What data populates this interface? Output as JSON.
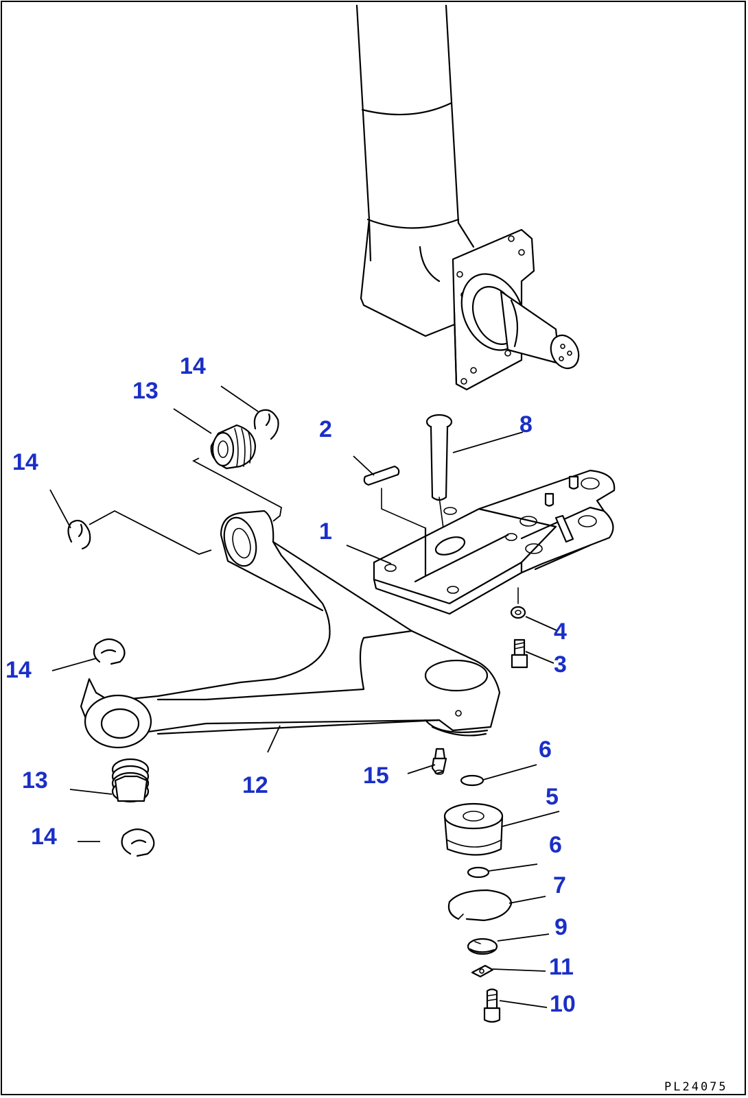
{
  "diagram": {
    "drawing_code": "PL24075",
    "callout_color": "#1a2fc7",
    "callouts": [
      {
        "key": "c14a",
        "label": "14"
      },
      {
        "key": "c13a",
        "label": "13"
      },
      {
        "key": "c14b",
        "label": "14"
      },
      {
        "key": "c2",
        "label": "2"
      },
      {
        "key": "c8",
        "label": "8"
      },
      {
        "key": "c1",
        "label": "1"
      },
      {
        "key": "c4",
        "label": "4"
      },
      {
        "key": "c3",
        "label": "3"
      },
      {
        "key": "c14c",
        "label": "14"
      },
      {
        "key": "c12",
        "label": "12"
      },
      {
        "key": "c15",
        "label": "15"
      },
      {
        "key": "c6a",
        "label": "6"
      },
      {
        "key": "c5",
        "label": "5"
      },
      {
        "key": "c13b",
        "label": "13"
      },
      {
        "key": "c14d",
        "label": "14"
      },
      {
        "key": "c6b",
        "label": "6"
      },
      {
        "key": "c7",
        "label": "7"
      },
      {
        "key": "c9",
        "label": "9"
      },
      {
        "key": "c11",
        "label": "11"
      },
      {
        "key": "c10",
        "label": "10"
      }
    ]
  }
}
